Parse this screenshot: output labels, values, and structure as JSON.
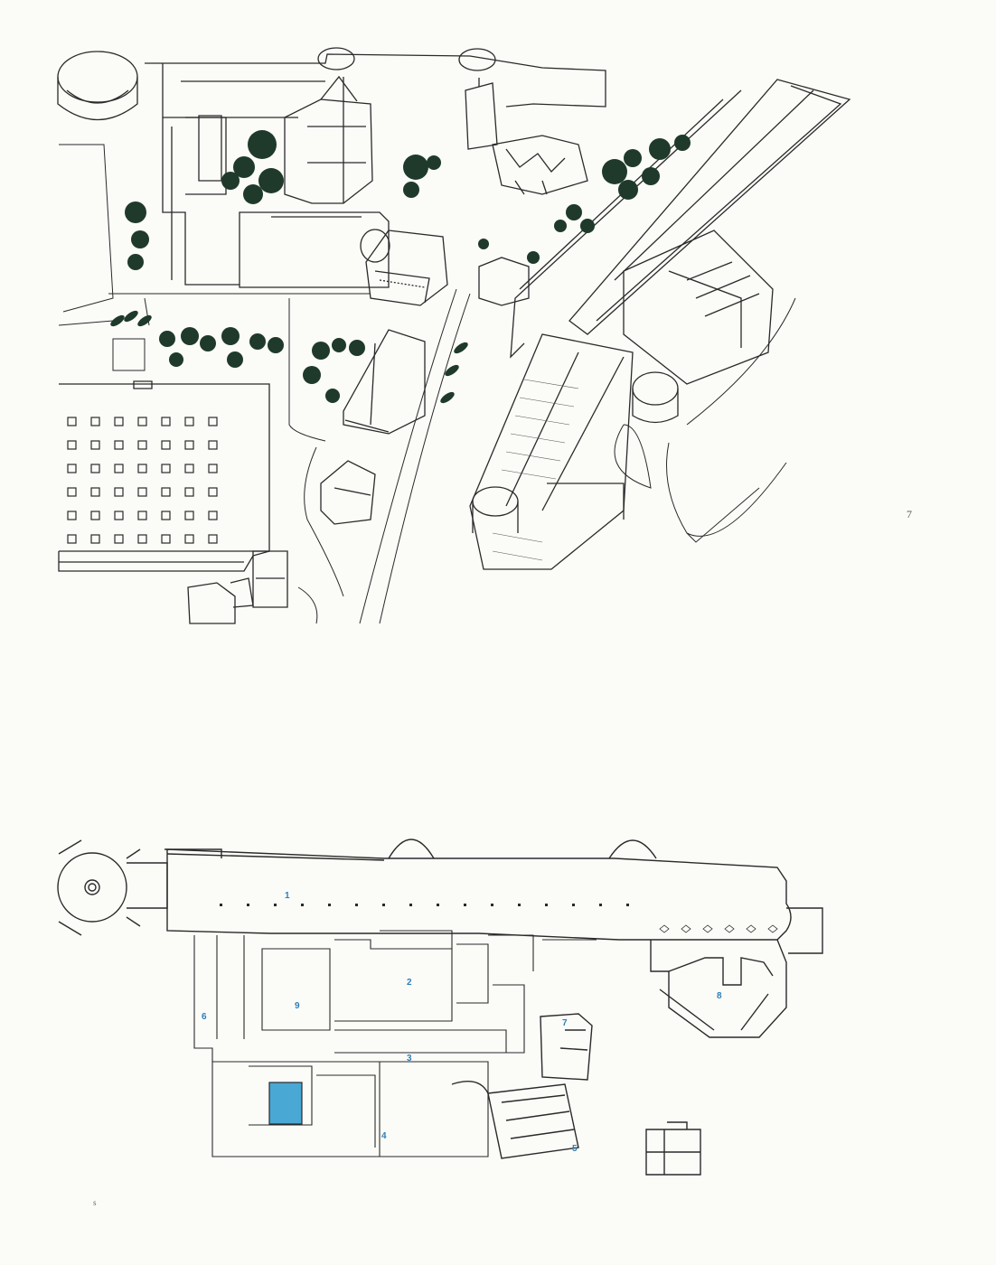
{
  "page": {
    "page_number": "7",
    "margin_mark": "s"
  },
  "colors": {
    "ink": "#2a2a2a",
    "tree": "#1f3a2a",
    "label_blue": "#2d7fb8",
    "pool": "#4aa8d4",
    "paper": "#fbfbf8"
  },
  "aerial_view": {
    "icon": "aerial-axonometric-drawing"
  },
  "floor_plan": {
    "room_labels": [
      "1",
      "2",
      "3",
      "4",
      "5",
      "6",
      "7",
      "8",
      "9"
    ]
  }
}
